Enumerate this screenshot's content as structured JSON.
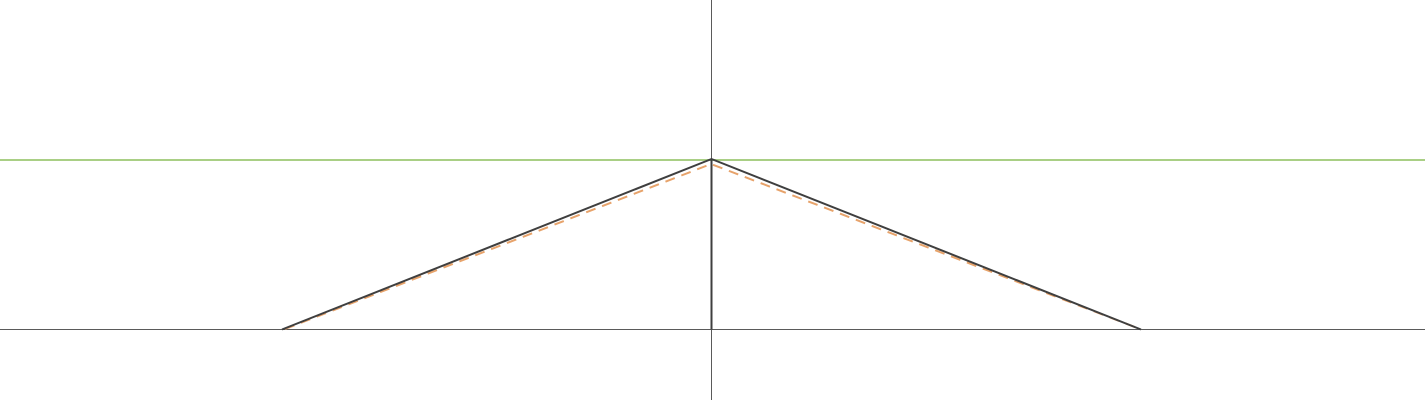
{
  "diagram": {
    "type": "geometric-construction",
    "colors": {
      "background": "#ffffff",
      "axis": "#5a5a5a",
      "reference_line": "#a9cf85",
      "triangle": "#3f3f3f",
      "dashed_path": "#e7a36b"
    },
    "elements": [
      "horizontal-baseline",
      "vertical-axis",
      "green-horizontal-reference-line",
      "isosceles-triangle-outline",
      "apex-altitude",
      "orange-dashed-path"
    ]
  }
}
